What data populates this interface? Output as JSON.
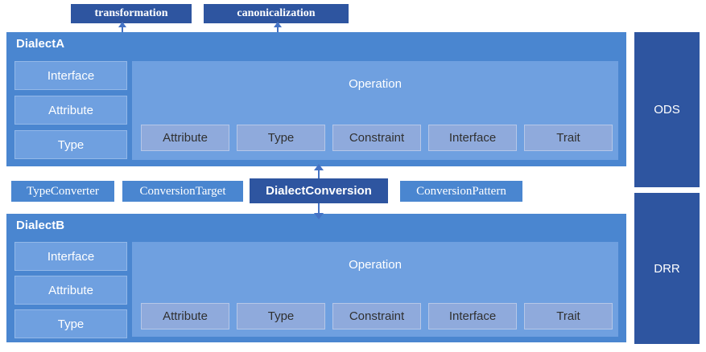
{
  "top_labels": {
    "transformation": "transformation",
    "canonicalization": "canonicalization"
  },
  "dialects": [
    {
      "title": "DialectA",
      "items": [
        "Interface",
        "Attribute",
        "Type"
      ],
      "operation": "Operation",
      "op_items": [
        "Attribute",
        "Type",
        "Constraint",
        "Interface",
        "Trait"
      ]
    },
    {
      "title": "DialectB",
      "items": [
        "Interface",
        "Attribute",
        "Type"
      ],
      "operation": "Operation",
      "op_items": [
        "Attribute",
        "Type",
        "Constraint",
        "Interface",
        "Trait"
      ]
    }
  ],
  "middle": {
    "type_converter": "TypeConverter",
    "conversion_target": "ConversionTarget",
    "dialect_conversion": "DialectConversion",
    "conversion_pattern": "ConversionPattern"
  },
  "side": {
    "ods": "ODS",
    "drr": "DRR"
  },
  "colors": {
    "dark_blue": "#2e55a0",
    "medium_blue": "#4a86d0",
    "light_blue": "#6fa0e0",
    "sub_blue": "#8faadc",
    "arrow_blue": "#4472c4"
  }
}
